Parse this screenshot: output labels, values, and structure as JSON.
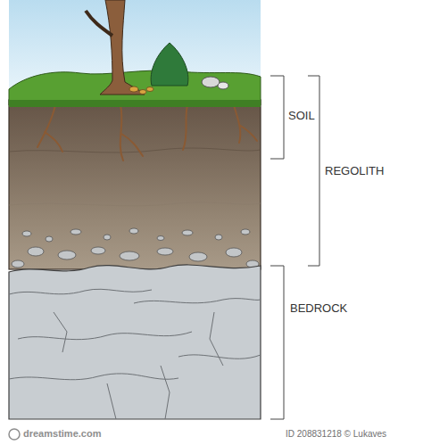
{
  "diagram": {
    "labels": [
      "SOIL",
      "REGOLITH",
      "BEDROCK",
      "dreamstime.com",
      "ID 208831218 © Lukaves"
    ]
  }
}
